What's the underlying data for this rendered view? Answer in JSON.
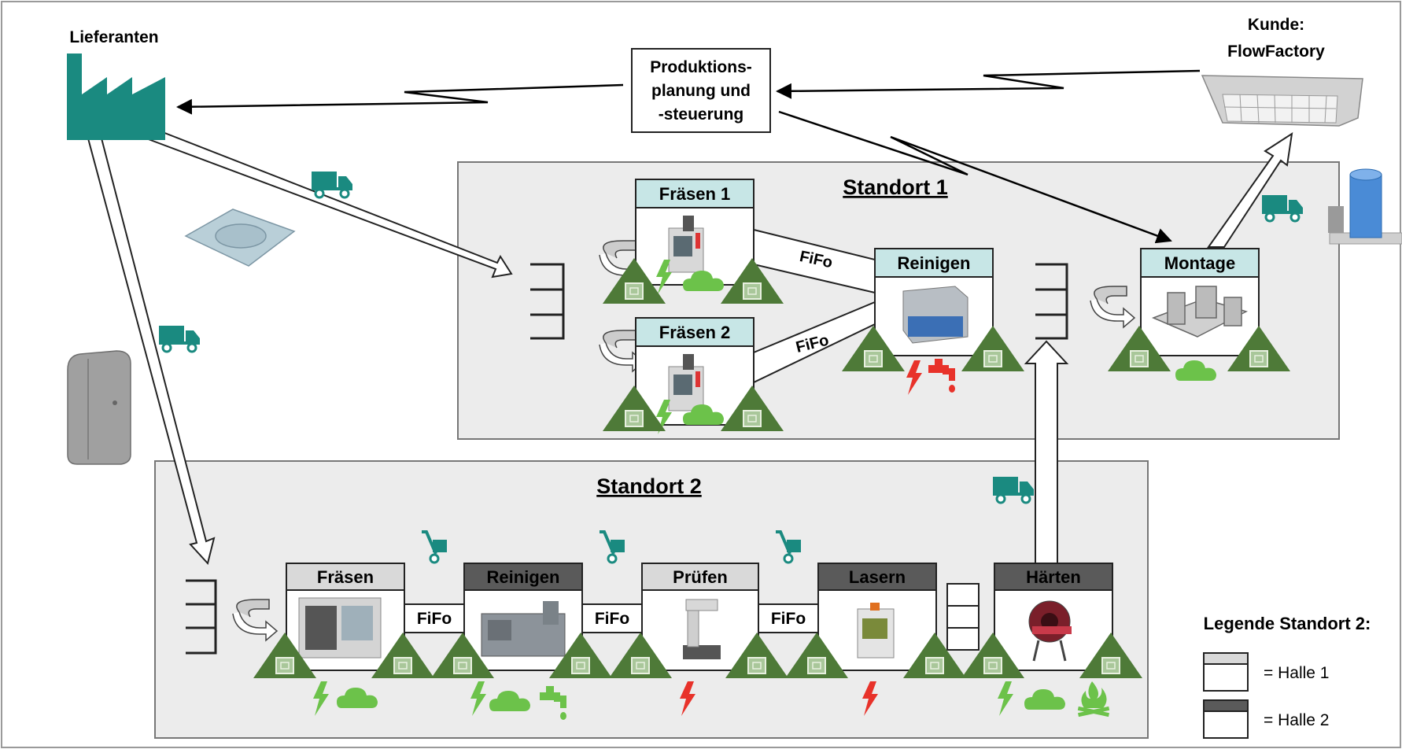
{
  "colors": {
    "teal": "#1a8a80",
    "green_dark": "#4e7a38",
    "green_light": "#6cc24a",
    "red": "#e8322a",
    "header_teal": "#c7e6e6",
    "header_halle1": "#d9d9d9",
    "header_halle2": "#5a5a5a",
    "area_bg": "#ececec"
  },
  "supplier": {
    "label": "Lieferanten",
    "icon": "factory-icon"
  },
  "customer": {
    "label_line1": "Kunde:",
    "label_line2": "FlowFactory",
    "icon": "building-icon"
  },
  "ppc": {
    "line1": "Produktions-",
    "line2": "planung und",
    "line3": "-steuerung"
  },
  "site1": {
    "title": "Standort 1",
    "stations": {
      "fraesen1": "Fräsen 1",
      "fraesen2": "Fräsen 2",
      "reinigen": "Reinigen",
      "montage": "Montage"
    },
    "fifo1": "FiFo",
    "fifo2": "FiFo"
  },
  "site2": {
    "title": "Standort 2",
    "stations": {
      "fraesen": "Fräsen",
      "reinigen": "Reinigen",
      "pruefen": "Prüfen",
      "lasern": "Lasern",
      "haerten": "Härten"
    },
    "fifo1": "FiFo",
    "fifo2": "FiFo",
    "fifo3": "FiFo"
  },
  "legend": {
    "title": "Legende Standort 2:",
    "halle1": "= Halle 1",
    "halle2": "= Halle 2"
  }
}
